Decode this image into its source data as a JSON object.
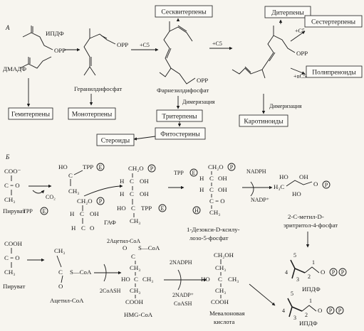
{
  "panels": {
    "a": "А",
    "b": "Б"
  },
  "panel_a": {
    "ipdf": "ИПДФ",
    "dmadf": "ДМАДФ",
    "opp": "OPP",
    "geranyl": "Геранилдифосфат",
    "farnesyl": "Фарнезилдифосфат",
    "plus_c5": "+C5",
    "plus_nc5": "+nC5",
    "dimerization": "Димеризация",
    "boxes": {
      "hemiterpenes": "Гемитерпены",
      "monoterpenes": "Монотерпены",
      "sesquiterpenes": "Сесквитерпены",
      "diterpenes": "Дитерпены",
      "sesterterpenes": "Сестертерпены",
      "polyprenoids": "Полипреноиды",
      "triterpenes": "Тритерпены",
      "phytosterols": "Фитостерины",
      "steroids": "Стероиды",
      "carotenoids": "Каротиноиды"
    }
  },
  "panel_b": {
    "coo": "COO⁻",
    "c_eq_o": "C = O",
    "ch3": "CH₃",
    "pyruvate": "Пируват",
    "tpp": "TPP",
    "e": "E",
    "co2": "CO₂",
    "ho": "HO",
    "oh": "OH",
    "h": "H",
    "ch2o": "CH₂O",
    "p": "P",
    "c": "C",
    "o": "O",
    "gaf": "ГАФ",
    "dxp": "1-Дезокси-D-ксилулозо-5-фосфат",
    "nadph": "NADPH",
    "nadp": "NADP⁺",
    "h3c": "H₃C",
    "mep_label": "2-C-метил-D-эритритол-4-фосфат",
    "cooh": "COOH",
    "acetyl_coa_label": "Ацетил-CoA",
    "s_coa": "S—CoA",
    "two_acetyl_coa": "2Ацетил-CoA",
    "two_coash": "2CoASH",
    "hmg_coa": "HMG-CoA",
    "two_nadph": "2NADPH",
    "two_nadp": "2NADP⁺",
    "coash": "CoASH",
    "ch2oh": "CH₂OH",
    "mevalonic_acid": "Мевалоновая кислота",
    "ipdf": "ИПДФ",
    "num1": "1",
    "num2": "2",
    "num3": "3",
    "num4": "4",
    "num5": "5"
  }
}
